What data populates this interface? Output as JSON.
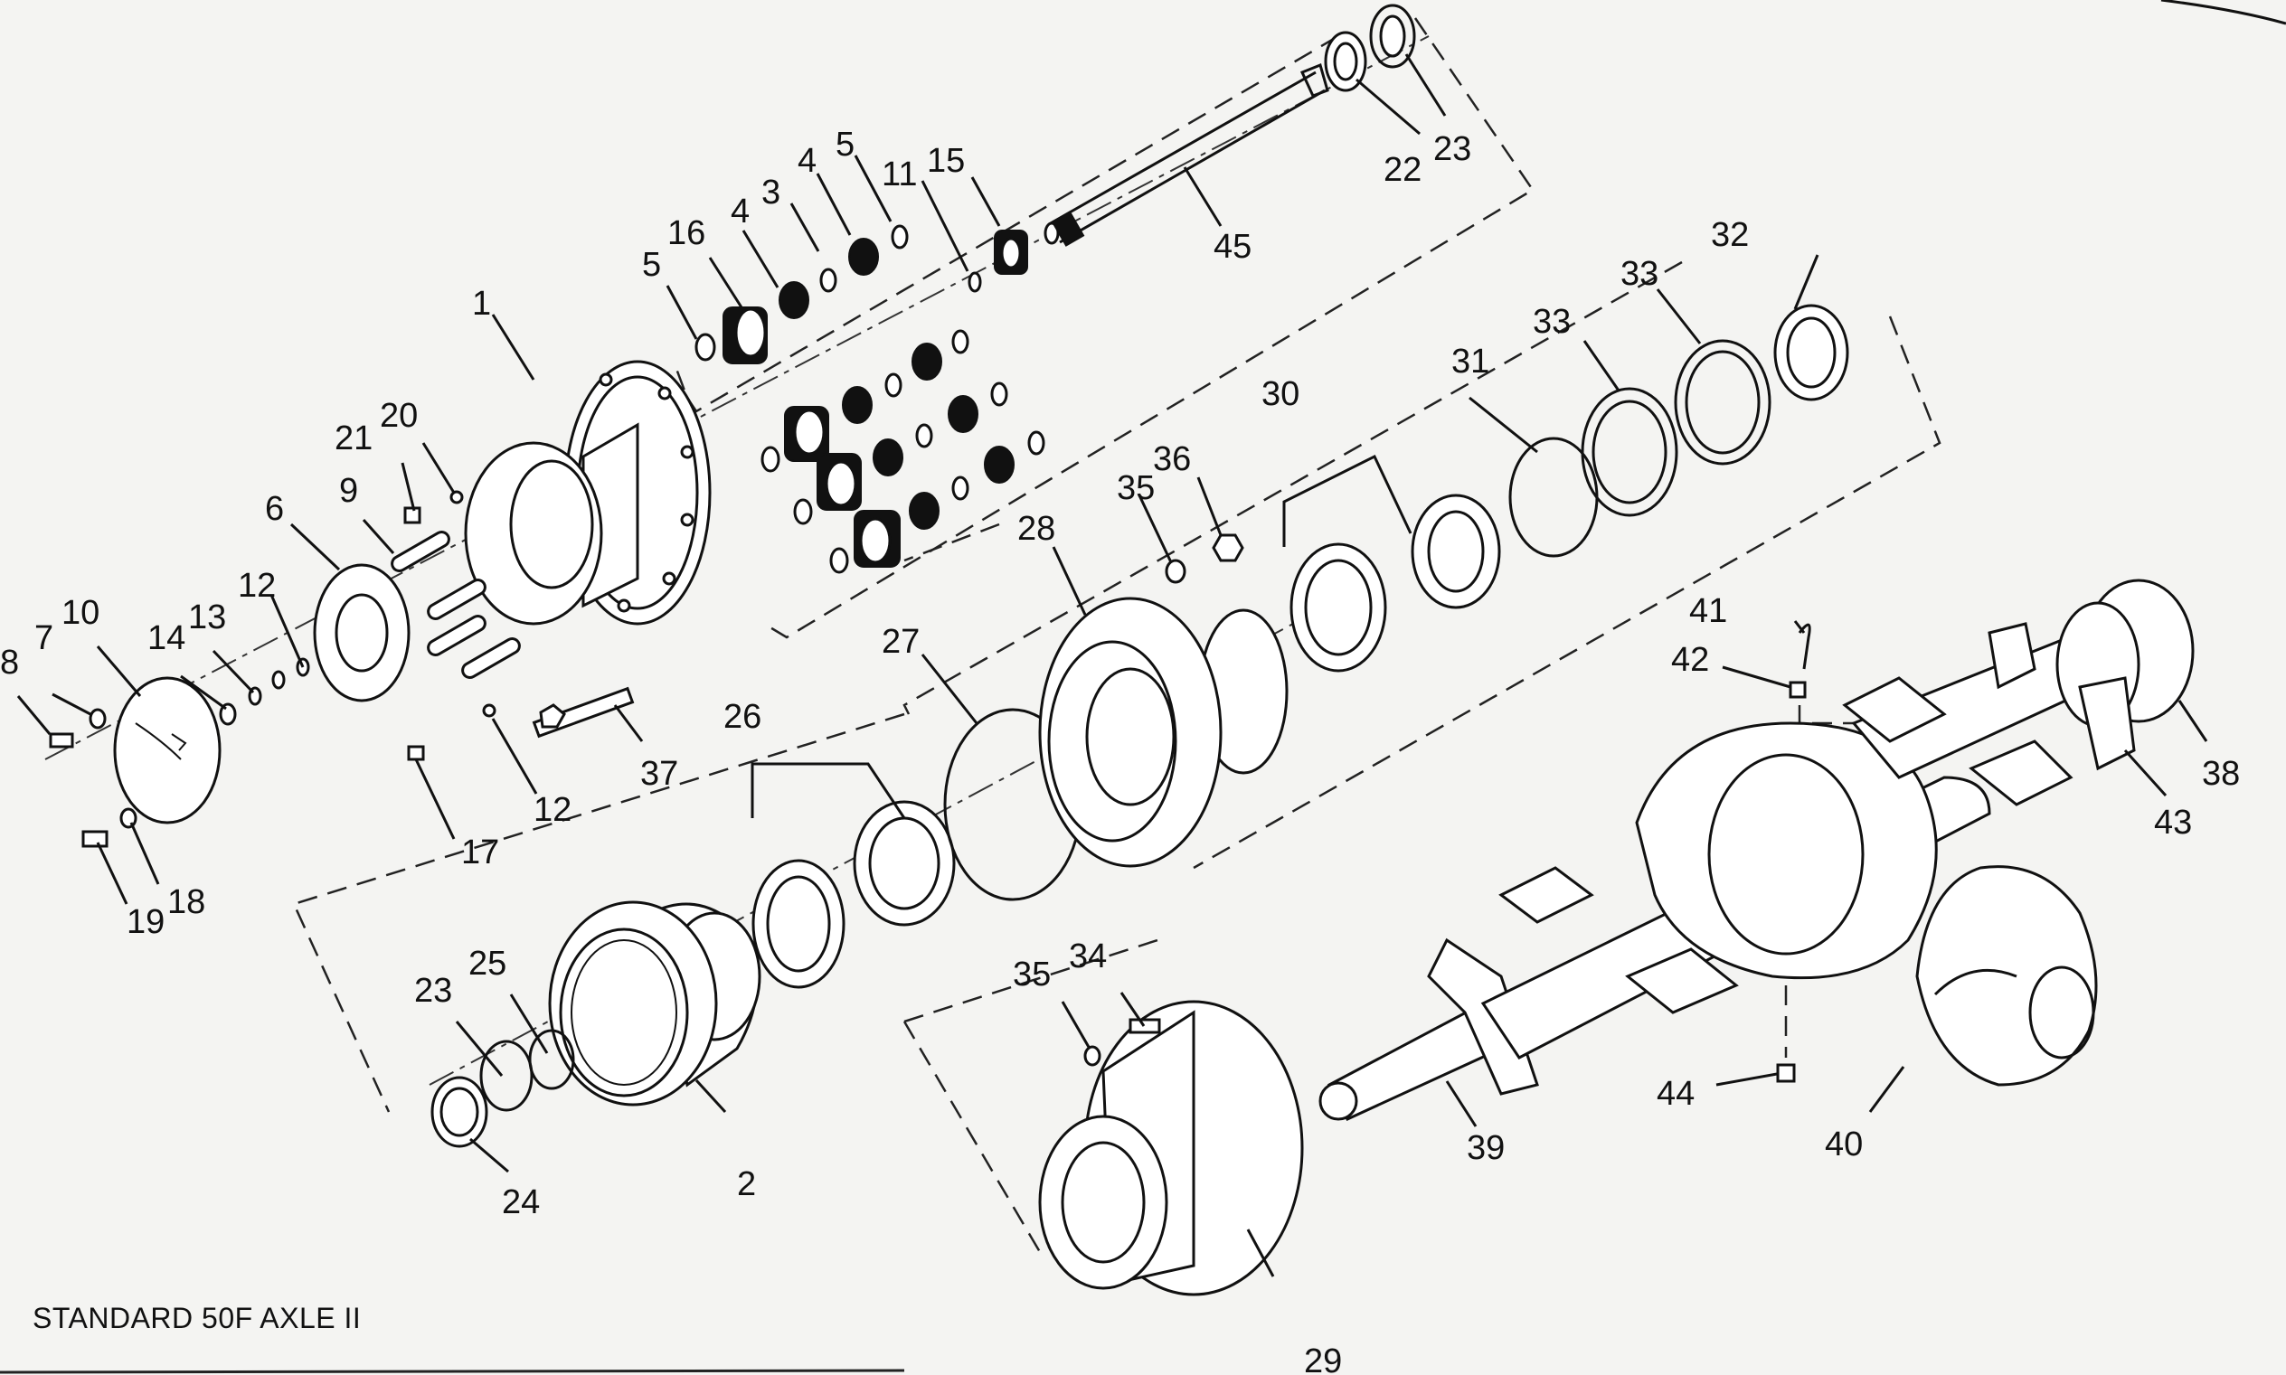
{
  "caption": "STANDARD 50F AXLE II",
  "callouts": [
    "1",
    "2",
    "3",
    "4",
    "4",
    "5",
    "5",
    "6",
    "7",
    "8",
    "9",
    "10",
    "11",
    "12",
    "12",
    "13",
    "14",
    "15",
    "16",
    "17",
    "18",
    "19",
    "20",
    "21",
    "22",
    "23",
    "23",
    "24",
    "25",
    "26",
    "27",
    "28",
    "29",
    "30",
    "31",
    "32",
    "33",
    "33",
    "34",
    "35",
    "35",
    "36",
    "37",
    "38",
    "39",
    "40",
    "41",
    "42",
    "43",
    "44",
    "45"
  ],
  "colors": {
    "line": "#111111",
    "background": "#f4f4f2"
  }
}
